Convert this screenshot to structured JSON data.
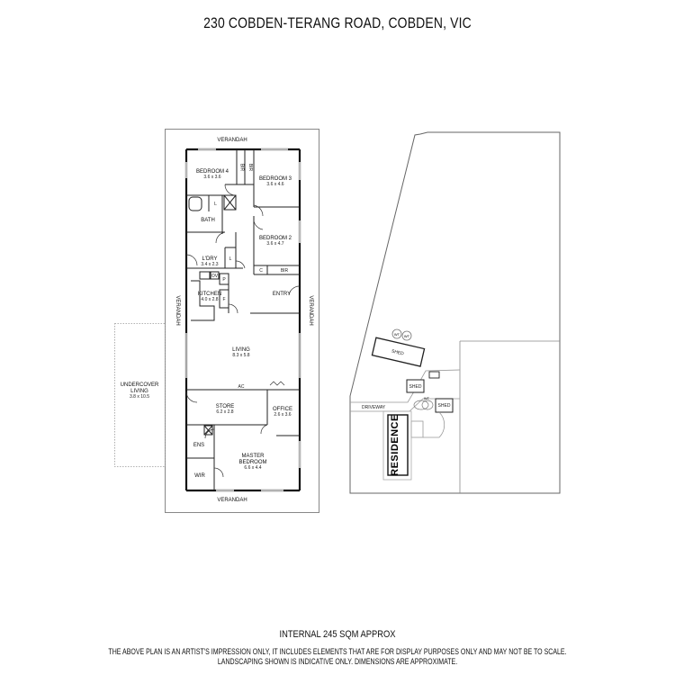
{
  "title": "230 COBDEN-TERANG ROAD, COBDEN, VIC",
  "floor_plan": {
    "verandah_top": "VERANDAH",
    "verandah_bottom": "VERANDAH",
    "verandah_left": "VERANDAH",
    "verandah_right": "VERANDAH",
    "undercover": {
      "name1": "UNDERCOVER",
      "name2": "LIVING",
      "dims": "3.8 x 10.5"
    },
    "rooms": {
      "bedroom4": {
        "name": "BEDROOM 4",
        "dims": "3.6 x 3.6"
      },
      "bedroom3": {
        "name": "BEDROOM 3",
        "dims": "3.6 x 4.6"
      },
      "bedroom2": {
        "name": "BEDROOM 2",
        "dims": "3.6 x 4.7"
      },
      "bath": {
        "name": "BATH"
      },
      "laundry": {
        "name": "L'DRY",
        "dims": "3.4 x 2.3"
      },
      "kitchen": {
        "name": "KITCHEN",
        "dims": "4.0 x 2.8"
      },
      "entry": {
        "name": "ENTRY"
      },
      "living": {
        "name": "LIVING",
        "dims": "8.3 x 5.8"
      },
      "store": {
        "name": "STORE",
        "dims": "6.2 x 2.8"
      },
      "office": {
        "name": "OFFICE",
        "dims": "2.6 x 3.6"
      },
      "ensuite": {
        "name": "ENS"
      },
      "wir": {
        "name": "WIR"
      },
      "master": {
        "name1": "MASTER",
        "name2": "BEDROOM",
        "dims": "6.6 x 4.4"
      }
    },
    "fixtures": {
      "bir": "BIR",
      "linen": "L",
      "cupboard": "C",
      "oven": "OV",
      "pantry": "P",
      "fridge": "F",
      "ac": "AC"
    }
  },
  "site_plan": {
    "shed1": "SHED",
    "shed2": "SHED",
    "shed3": "SHED",
    "water_tank": "WT",
    "driveway": "DRIVEWAY",
    "residence": "RESIDENCE"
  },
  "footer": {
    "area": "INTERNAL 245 SQM APPROX",
    "disclaimer1": "THE ABOVE PLAN IS AN ARTIST'S IMPRESSION ONLY, IT INCLUDES ELEMENTS THAT ARE FOR DISPLAY PURPOSES ONLY AND MAY NOT BE TO SCALE.",
    "disclaimer2": "LANDSCAPING SHOWN IS INDICATIVE ONLY. DIMENSIONS ARE APPROXIMATE."
  }
}
